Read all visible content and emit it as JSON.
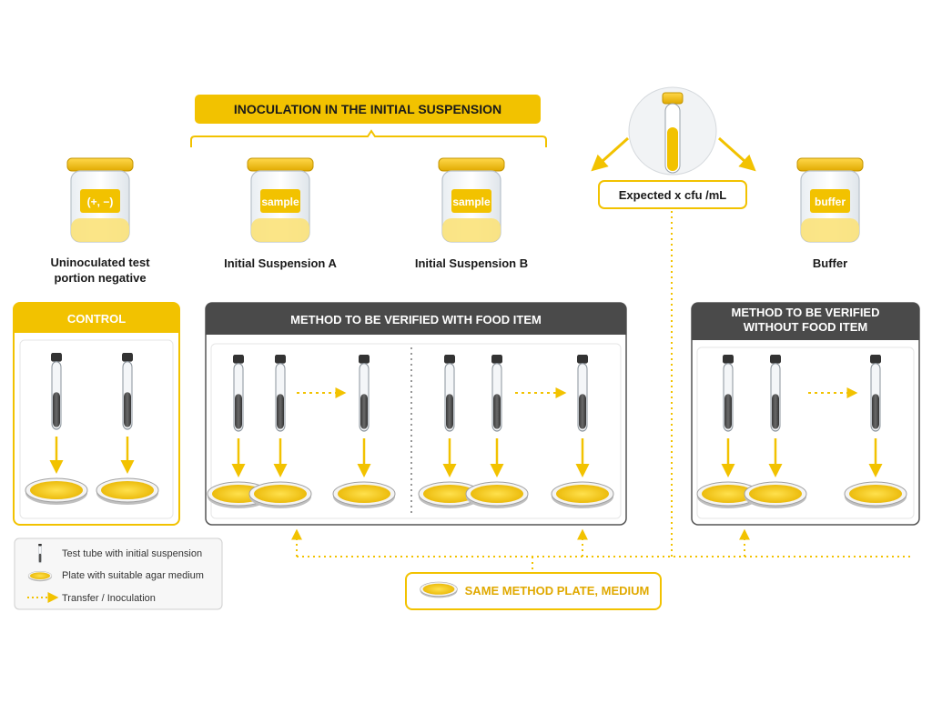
{
  "banner": {
    "title": "INOCULATION IN THE INITIAL SUSPENSION"
  },
  "jars": [
    {
      "tag": "(+, −)",
      "caption_line1": "Uninoculated test",
      "caption_line2": "portion negative"
    },
    {
      "tag": "sample",
      "caption_line1": "Initial Suspension A",
      "caption_line2": ""
    },
    {
      "tag": "sample",
      "caption_line1": "Initial Suspension B",
      "caption_line2": ""
    },
    {
      "tag": "buffer",
      "caption_line1": "Buffer",
      "caption_line2": ""
    }
  ],
  "reference_tube": {
    "label": "Expected x cfu /mL"
  },
  "panels": {
    "control": {
      "title": "CONTROL"
    },
    "with_food": {
      "title": "METHOD TO BE VERIFIED WITH FOOD ITEM"
    },
    "without_food": {
      "title_line1": "METHOD TO BE VERIFIED",
      "title_line2": "WITHOUT FOOD ITEM"
    }
  },
  "legend": {
    "tube": "Test tube with initial suspension",
    "plate": "Plate with suitable agar medium",
    "transfer": "Transfer / Inoculation"
  },
  "footer": {
    "label": "SAME METHOD PLATE, MEDIUM"
  },
  "colors": {
    "accent": "#f2c200",
    "accent_dark": "#d9a600",
    "panel_dark": "#4a4a4a",
    "tube_dark": "#3a3a3a"
  }
}
